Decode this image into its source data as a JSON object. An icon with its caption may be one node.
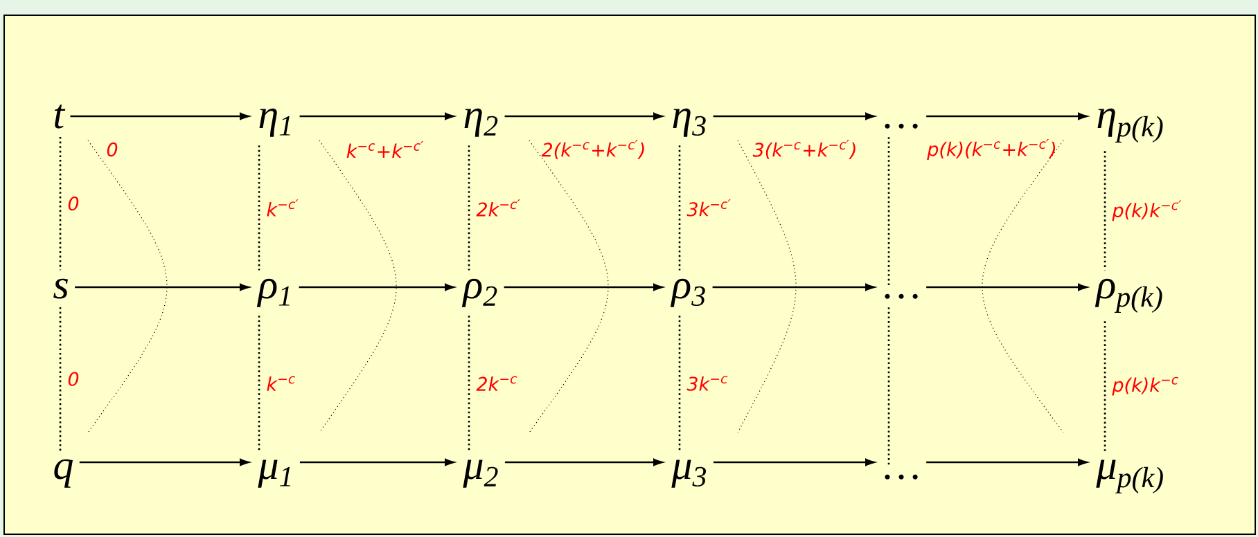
{
  "diagram": {
    "nodes": [
      {
        "text": [
          "t"
        ]
      },
      {
        "text": [
          "η$_{1}$"
        ]
      },
      {
        "text": [
          "η$_{2}$"
        ]
      },
      {
        "text": [
          "η$_{3}$"
        ]
      },
      {
        "text": [
          "…"
        ]
      },
      {
        "text": [
          "η$_{p(k)}$"
        ]
      },
      {
        "text": [
          "s"
        ]
      },
      {
        "text": [
          "ρ$_{1}$"
        ]
      },
      {
        "text": [
          "ρ$_{2}$"
        ]
      },
      {
        "text": [
          "ρ$_{3}$"
        ]
      },
      {
        "text": [
          "…"
        ]
      },
      {
        "text": [
          "ρ$_{p(k)}$"
        ]
      },
      {
        "text": [
          "q"
        ]
      },
      {
        "text": [
          "μ$_{1}$"
        ]
      },
      {
        "text": [
          "μ$_{2}$"
        ]
      },
      {
        "text": [
          "μ$_{3}$"
        ]
      },
      {
        "text": [
          "…"
        ]
      },
      {
        "text": [
          "μ$_{p(k)}$"
        ]
      }
    ],
    "edges": [
      {
        "from": 0,
        "to": 1,
        "arrow": "to"
      },
      {
        "from": 1,
        "to": 2,
        "arrow": "to"
      },
      {
        "from": 2,
        "to": 3,
        "arrow": "to"
      },
      {
        "from": 3,
        "to": 4,
        "arrow": "to"
      },
      {
        "from": 4,
        "to": 5,
        "arrow": "to"
      },
      {
        "from": 6,
        "to": 7,
        "arrow": "to"
      },
      {
        "from": 7,
        "to": 8,
        "arrow": "to"
      },
      {
        "from": 8,
        "to": 9,
        "arrow": "to"
      },
      {
        "from": 9,
        "to": 10,
        "arrow": "to"
      },
      {
        "from": 10,
        "to": 11,
        "arrow": "to"
      },
      {
        "from": 12,
        "to": 13,
        "arrow": "to"
      },
      {
        "from": 13,
        "to": 14,
        "arrow": "to"
      },
      {
        "from": 14,
        "to": 15,
        "arrow": "to"
      },
      {
        "from": 15,
        "to": 16,
        "arrow": "to"
      },
      {
        "from": 16,
        "to": 17,
        "arrow": "to"
      },
      {
        "from": 0,
        "to": 6,
        "arrow": "none",
        "style": "dashed",
        "label": "0"
      },
      {
        "from": 1,
        "to": 7,
        "arrow": "none",
        "style": "dashed",
        "label": "k$^{−c′}$"
      },
      {
        "from": 2,
        "to": 8,
        "arrow": "none",
        "style": "dashed",
        "label": "2k$^{−c′}$"
      },
      {
        "from": 3,
        "to": 9,
        "arrow": "none",
        "style": "dashed",
        "label": "3k$^{−c′}$"
      },
      {
        "from": 4,
        "to": 10,
        "arrow": "none",
        "style": "dashed"
      },
      {
        "from": 5,
        "to": 11,
        "arrow": "none",
        "style": "dashed",
        "label": "p(k)k$^{−c′}$"
      },
      {
        "from": 6,
        "to": 12,
        "arrow": "none",
        "style": "dashed",
        "label": "0"
      },
      {
        "from": 7,
        "to": 13,
        "arrow": "none",
        "style": "dashed",
        "label": "k$^{−c}$"
      },
      {
        "from": 8,
        "to": 14,
        "arrow": "none",
        "style": "dashed",
        "label": "2k$^{−c}$"
      },
      {
        "from": 9,
        "to": 15,
        "arrow": "none",
        "style": "dashed",
        "label": "3k$^{−c}$"
      },
      {
        "from": 10,
        "to": 16,
        "arrow": "none",
        "style": "dashed"
      },
      {
        "from": 11,
        "to": 17,
        "arrow": "none",
        "style": "dashed",
        "label": "p(k)k$^{−c}$"
      }
    ],
    "labels": [
      "0",
      "k$^{−c}$+k$^{−c′}$",
      "2(k$^{−c}$+k$^{−c′}$)",
      "3(k$^{−c}$+k$^{−c′}$)",
      "p(k)(k$^{−c}$+k$^{−c′}$)"
    ]
  }
}
